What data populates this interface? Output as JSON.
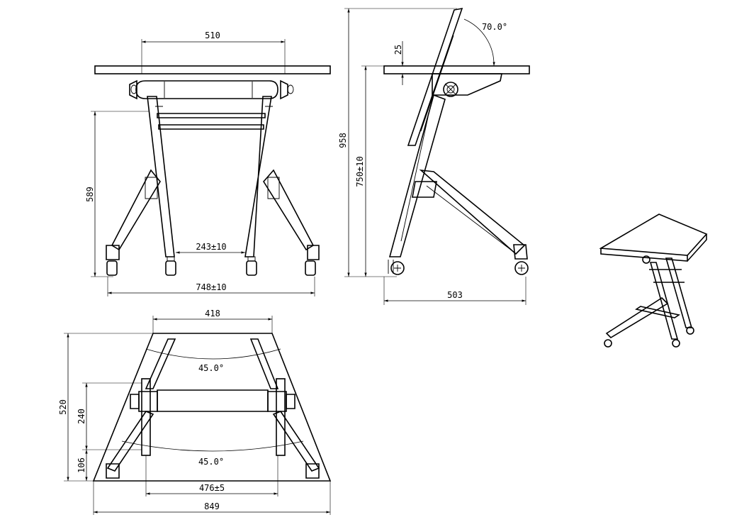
{
  "drawing": {
    "front_view": {
      "dims": {
        "top_width": "510",
        "frame_height": "589",
        "inner_gap": "243±10",
        "overall_width": "748±10"
      }
    },
    "side_view": {
      "dims": {
        "tilt_angle": "70.0°",
        "top_thickness": "25",
        "total_height": "958",
        "table_height": "750±10",
        "depth": "503"
      }
    },
    "top_view": {
      "dims": {
        "back_width": "418",
        "upper_angle": "45.0°",
        "lower_angle": "45.0°",
        "total_depth": "520",
        "mid_depth": "240",
        "front_offset": "106",
        "leg_span": "476±5",
        "front_width": "849"
      }
    }
  }
}
